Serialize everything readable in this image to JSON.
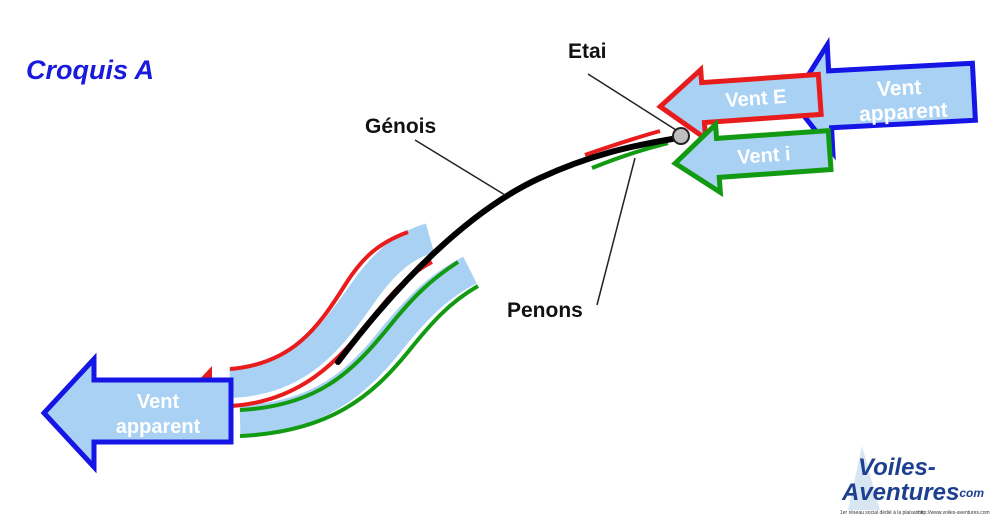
{
  "title": "Croquis A",
  "labels": {
    "etai": "Etai",
    "genois": "Génois",
    "penons": "Penons"
  },
  "arrows": {
    "apparent_right_line1": "Vent",
    "apparent_right_line2": "apparent",
    "vent_e": "Vent  E",
    "vent_i": "Vent  i",
    "apparent_left_line1": "Vent",
    "apparent_left_line2": "apparent"
  },
  "logo": {
    "line1": "Voiles-",
    "line2": "Aventures",
    "suffix": ".com",
    "tagline": "1er réseau social dédié à la plaisance",
    "url": "http://www.voiles-aventures.com"
  },
  "colors": {
    "title": "#1a1adc",
    "arrow_fill": "#a9d1f4",
    "big_arrow_outline": "#1515e6",
    "exterior_outline": "#e81c1c",
    "interior_outline": "#139a13",
    "sail": "#000000"
  }
}
